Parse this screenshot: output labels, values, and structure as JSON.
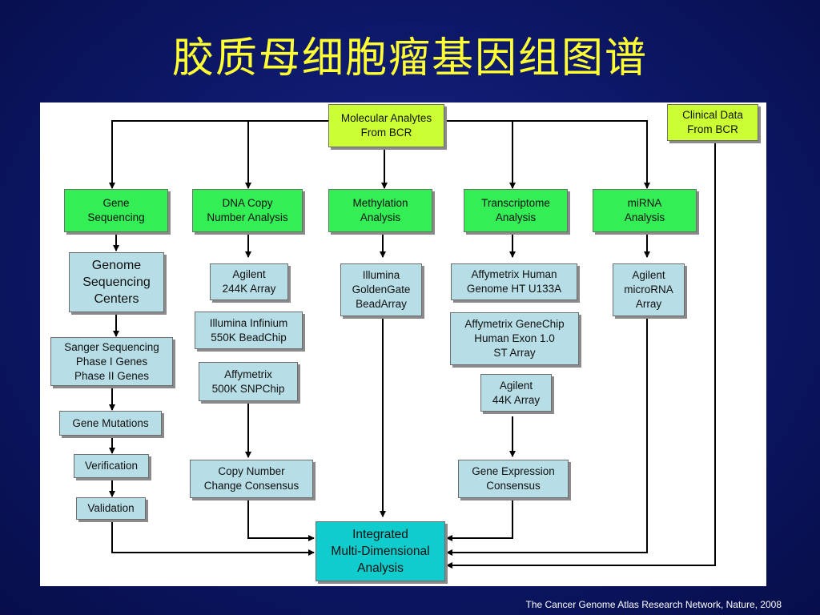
{
  "title": "胶质母细胞瘤基因组图谱",
  "credit": "The Cancer Genome Atlas Research Network, Nature, 2008",
  "boxes": {
    "molecular": "Molecular Analytes\nFrom BCR",
    "clinical": "Clinical Data\nFrom BCR",
    "gene_seq": "Gene\nSequencing",
    "dna_copy": "DNA Copy\nNumber Analysis",
    "methylation": "Methylation\nAnalysis",
    "transcriptome": "Transcriptome\nAnalysis",
    "mirna": "miRNA\nAnalysis",
    "genome_centers": "Genome\nSequencing\nCenters",
    "sanger": "Sanger Sequencing\nPhase I Genes\nPhase II Genes",
    "gene_mutations": "Gene Mutations",
    "verification": "Verification",
    "validation": "Validation",
    "agilent_244k": "Agilent\n244K Array",
    "illumina_infinium": "Illumina Infinium\n550K BeadChip",
    "affy_500k": "Affymetrix\n500K SNPChip",
    "copy_consensus": "Copy Number\nChange Consensus",
    "illumina_gg": "Illumina\nGoldenGate\nBeadArray",
    "affy_u133a": "Affymetrix Human\nGenome HT U133A",
    "affy_exon": "Affymetrix GeneChip\nHuman Exon 1.0\nST Array",
    "agilent_44k": "Agilent\n44K Array",
    "gene_expr": "Gene Expression\nConsensus",
    "agilent_mirna": "Agilent\nmicroRNA\nArray",
    "integrated": "Integrated\nMulti-Dimensional\nAnalysis"
  }
}
